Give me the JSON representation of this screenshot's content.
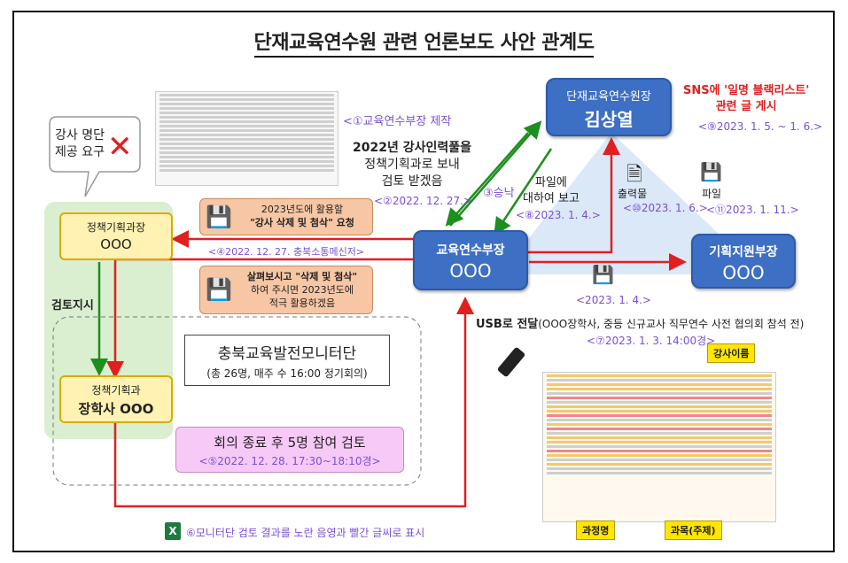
{
  "title": "단재교육연수원 관련 언론보도 사안 관계도",
  "nodes": {
    "director": {
      "role": "단재교육연수원장",
      "name": "김상열"
    },
    "edu_head": {
      "role": "교육연수부장",
      "name": "OOO"
    },
    "plan_head": {
      "role": "기획지원부장",
      "name": "OOO"
    },
    "policy_chief": {
      "role": "정책기획과장",
      "name": "OOO"
    },
    "scholar": {
      "role": "정책기획과",
      "name": "장학사 OOO"
    }
  },
  "labels": {
    "made_by": "<①교육연수부장 제작",
    "pool_line1": "2022년 강사인력풀을",
    "pool_line2": "정책기획과로 보내",
    "pool_line3": "검토 받겠음",
    "pool_date": "<②2022. 12. 27.>",
    "approval": "③승낙",
    "report_line1": "파일에",
    "report_line2": "대하여 보고",
    "report_date": "<⑧2023. 1. 4.>",
    "printout": "출력물",
    "printout_date": "<⑩2023. 1. 6.>",
    "file": "파일",
    "file_date": "<⑪2023. 1. 11.>",
    "sns_line1": "SNS에 '일명 블랙리스트'",
    "sns_line2": "관련 글 게시",
    "sns_date": "<⑨2023. 1. 5. ~ 1. 6.>",
    "request_line1": "2023년도에 활용할",
    "request_line2": "\"강사 삭제 및 첨삭\" 요청",
    "messenger": "<④2022. 12. 27. 충북소통메신저>",
    "review_line1": "살펴보시고 \"삭제 및 첨삭\"",
    "review_line2": "하여 주시면 2023년도에",
    "review_line3": "적극 활용하겠음",
    "lecturer_list_line1": "강사 명단",
    "lecturer_list_line2": "제공 요구",
    "review_instruction": "검토지시",
    "monitor_line1": "충북교육발전모니터단",
    "monitor_line2": "(총 26명, 매주 수 16:00 정기회의)",
    "meeting_line1": "회의 종료 후 5명 참여 검토",
    "meeting_line2": "<⑤2022. 12. 28. 17:30~18:10경>",
    "usb_date": "<2023. 1. 4.>",
    "usb_main": "USB로 전달",
    "usb_detail": "(OOO장학사, 중등 신규교사 직무연수 사전 협의회 참석 전)",
    "usb_date2": "<⑦2023. 1. 3. 14:00경>",
    "monitor_result": "⑥모니터단 검토 결과를 노란 음영과 빨간 글씨로 표시",
    "callout_lecturer": "강사이름",
    "callout_course": "과정명",
    "callout_subject": "과목(주제)"
  },
  "colors": {
    "blue_box": "#3d6fc4",
    "arrow_red": "#e02020",
    "arrow_green": "#1e8e1e",
    "pink_text": "#7a4fd6"
  },
  "icons": [
    "floppy-disk-icon",
    "document-icon",
    "usb-drive-icon",
    "excel-icon",
    "cross-mark-icon"
  ]
}
